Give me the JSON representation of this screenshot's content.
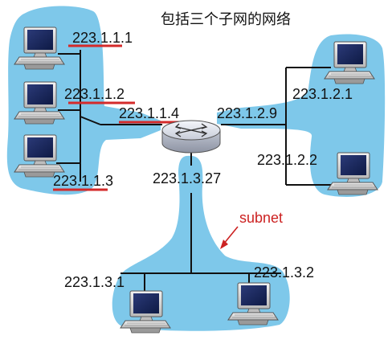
{
  "title": "包括三个子网的网络",
  "subnet_label": "subnet",
  "router_icon": "router-icon",
  "computer_icon": "desktop-computer-icon",
  "colors": {
    "subnet_fill": "#7ec8ea",
    "link": "#111111",
    "underline": "#d42a2a",
    "annotation": "#cc2222"
  },
  "subnets": [
    {
      "name": "left",
      "hosts": [
        "223.1.1.1",
        "223.1.1.2",
        "223.1.1.3"
      ],
      "router_interface": "223.1.1.4"
    },
    {
      "name": "right",
      "hosts": [
        "223.1.2.1",
        "223.1.2.2"
      ],
      "router_interface": "223.1.2.9"
    },
    {
      "name": "bottom",
      "hosts": [
        "223.1.3.1",
        "223.1.3.2"
      ],
      "router_interface": "223.1.3.27"
    }
  ]
}
